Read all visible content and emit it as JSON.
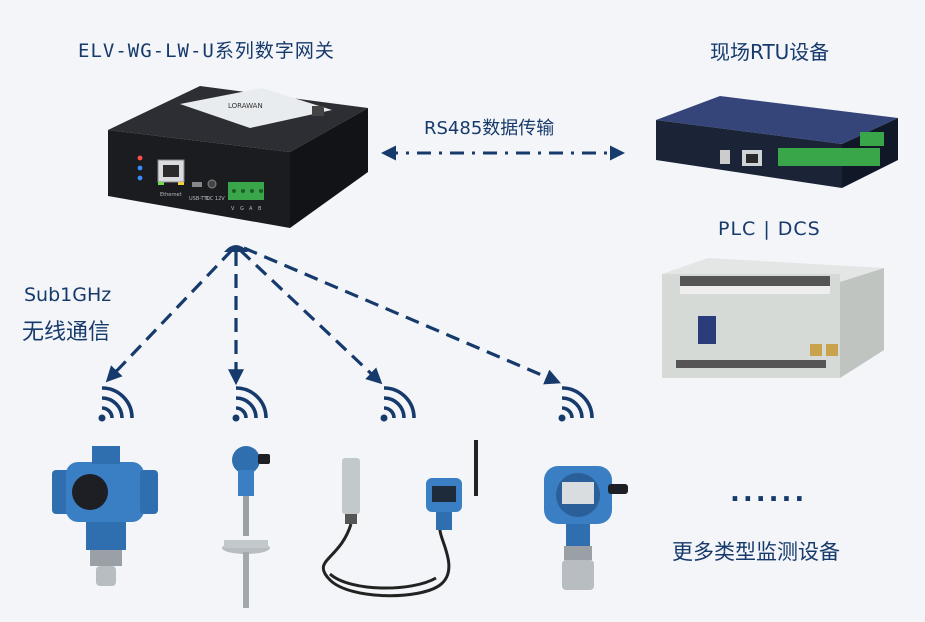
{
  "gateway": {
    "title": "ELV-WG-LW-U系列数字网关",
    "brand": "LORAWAN",
    "port_labels": [
      "Ethernet",
      "USB-TTL",
      "DC 12V",
      "V",
      "G",
      "A",
      "B"
    ]
  },
  "rtu": {
    "title": "现场RTU设备"
  },
  "link": {
    "rs485": "RS485数据传输"
  },
  "plc": {
    "title": "PLC | DCS"
  },
  "wireless": {
    "line1": "Sub1GHz",
    "line2": "无线通信"
  },
  "more": {
    "dots": "......",
    "label": "更多类型监测设备"
  },
  "icons": [
    "wifi-signal-icon",
    "pressure-transmitter-icon",
    "radar-level-icon",
    "submersible-probe-icon",
    "gas-detector-icon"
  ],
  "colors": {
    "accent": "#163a6b",
    "background": "#f3f5f8",
    "device_blue": "#2f6fb0",
    "terminal_green": "#3aa64a"
  }
}
